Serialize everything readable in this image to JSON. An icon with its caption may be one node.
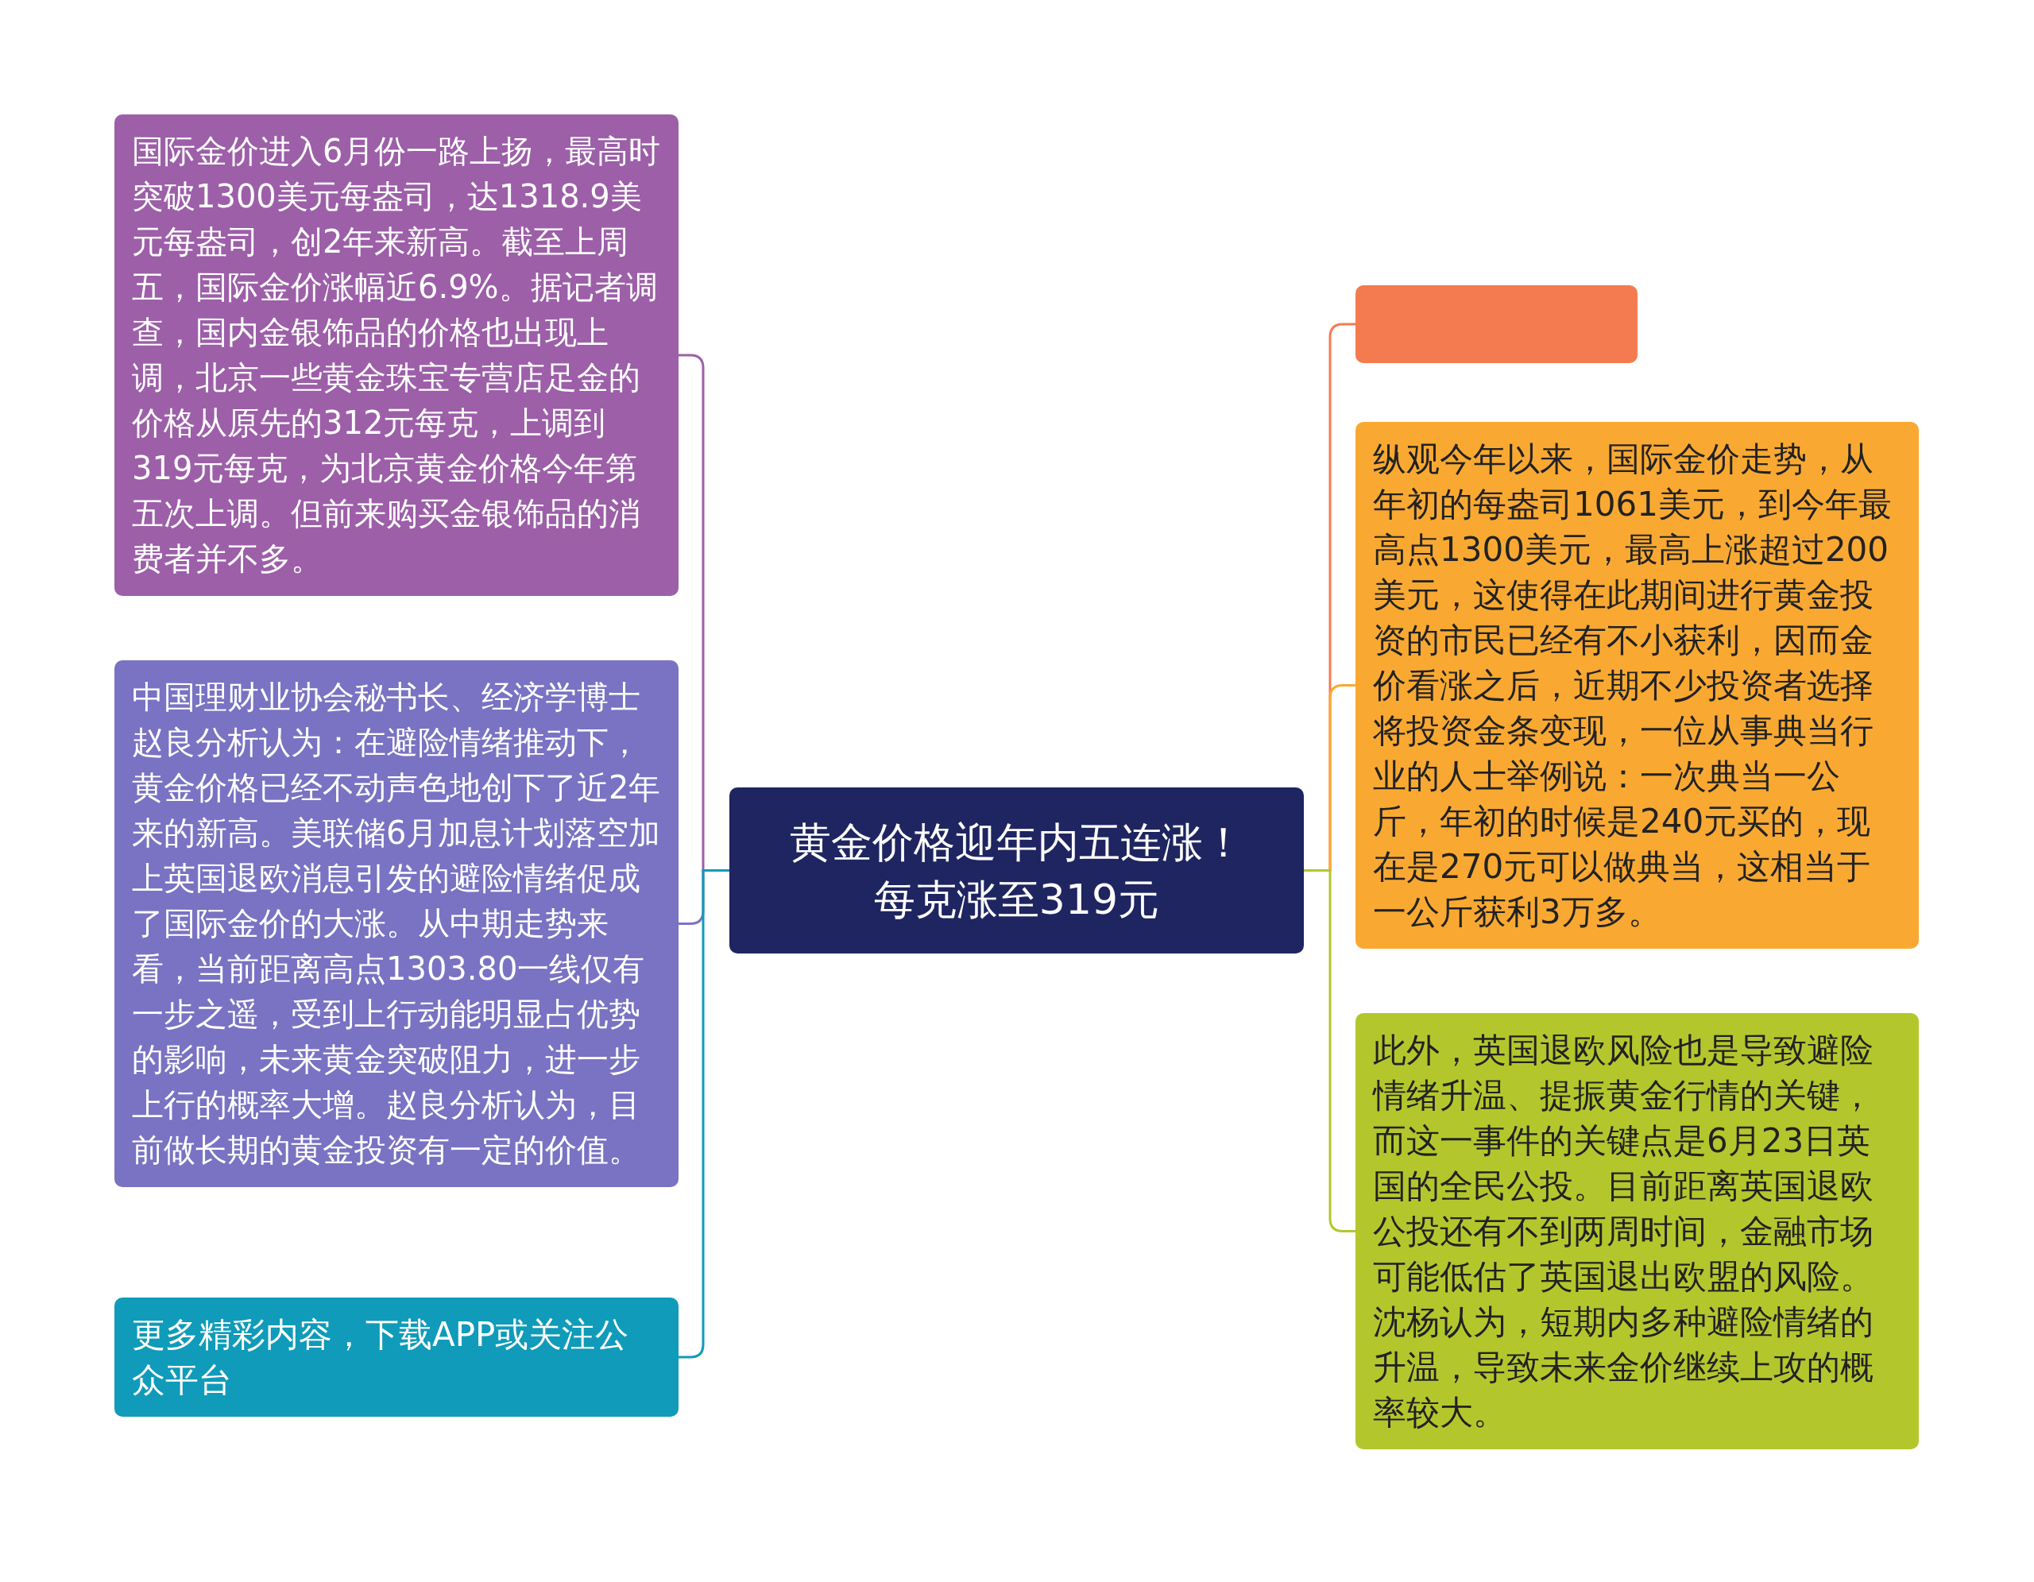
{
  "diagram": {
    "nodes": [
      {
        "text": [
          "黄金价格迎年内五连涨！每克涨至319元"
        ]
      },
      {
        "text": [
          "国际金价进入6月份一路上扬，最高时突破1300美元每盎司，达1318.9美元每盎司，创2年来新高。截至上周五，国际金价涨幅近6.9%。据记者调查，国内金银饰品的价格也出现上调，北京一些黄金珠宝专营店足金的价格从原先的312元每克，上调到319元每克，为北京黄金价格今年第五次上调。但前来购买金银饰品的消费者并不多。"
        ]
      },
      {
        "text": [
          "中国理财业协会秘书长、经济学博士赵良分析认为：在避险情绪推动下，黄金价格已经不动声色地创下了近2年来的新高。美联储6月加息计划落空加上英国退欧消息引发的避险情绪促成了国际金价的大涨。从中期走势来看，当前距离高点1303.80一线仅有一步之遥，受到上行动能明显占优势的影响，未来黄金突破阻力，进一步上行的概率大增。赵良分析认为，目前做长期的黄金投资有一定的价值。"
        ]
      },
      {
        "text": [
          "更多精彩内容，下载APP或关注公众平台"
        ]
      },
      {
        "text": [],
        "shape": "box"
      },
      {
        "text": [
          "纵观今年以来，国际金价走势，从年初的每盎司1061美元，到今年最高点1300美元，最高上涨超过200美元，这使得在此期间进行黄金投资的市民已经有不小获利，因而金价看涨之后，近期不少投资者选择将投资金条变现，一位从事典当行业的人士举例说：一次典当一公斤，年初的时候是240元买的，现在是270元可以做典当，这相当于一公斤获利3万多。"
        ]
      },
      {
        "text": [
          "此外，英国退欧风险也是导致避险情绪升温、提振黄金行情的关键，而这一事件的关键点是6月23日英国的全民公投。目前距离英国退欧公投还有不到两周时间，金融市场可能低估了英国退出欧盟的风险。沈杨认为，短期内多种避险情绪的升温，导致未来金价继续上攻的概率较大。"
        ]
      }
    ],
    "edges": [
      {
        "from": 0,
        "to": 1,
        "arrow": "none",
        "color": "#9c5fa8"
      },
      {
        "from": 0,
        "to": 2,
        "arrow": "none",
        "color": "#7a72c2"
      },
      {
        "from": 0,
        "to": 3,
        "arrow": "none",
        "color": "#0f9bb9"
      },
      {
        "from": 0,
        "to": 4,
        "arrow": "none",
        "color": "#f47b50"
      },
      {
        "from": 0,
        "to": 5,
        "arrow": "none",
        "color": "#f9a932"
      },
      {
        "from": 0,
        "to": 6,
        "arrow": "none",
        "color": "#b3c72d"
      }
    ]
  }
}
